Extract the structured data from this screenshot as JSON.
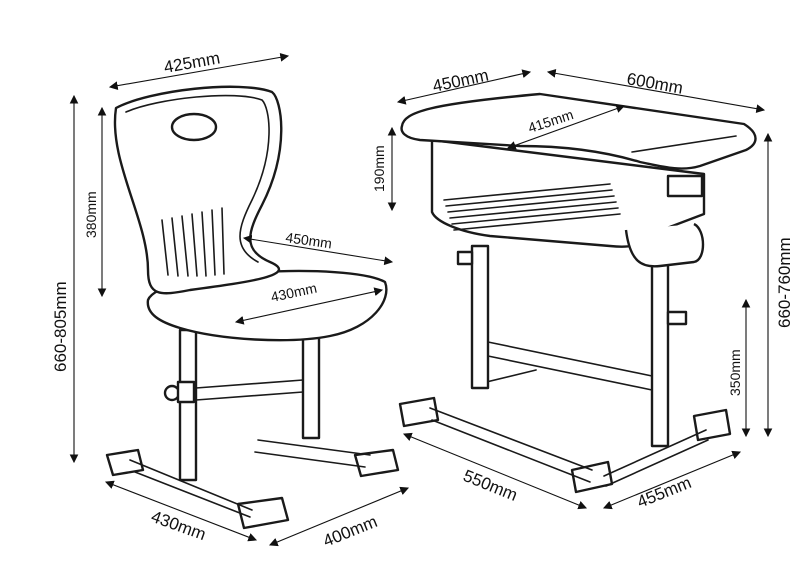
{
  "chair": {
    "width_top": "425mm",
    "height_total": "660-805mm",
    "back_height": "380mm",
    "seat_depth": "450mm",
    "seat_width": "430mm",
    "base_width": "430mm",
    "base_depth": "400mm"
  },
  "desk": {
    "depth_top": "450mm",
    "width_top": "600mm",
    "inner_width": "415mm",
    "drawer_height": "190mm",
    "height_total": "660-760mm",
    "foot_height": "350mm",
    "base_width": "550mm",
    "base_depth": "455mm"
  },
  "colors": {
    "line": "#1a1a1a",
    "background": "#ffffff"
  }
}
